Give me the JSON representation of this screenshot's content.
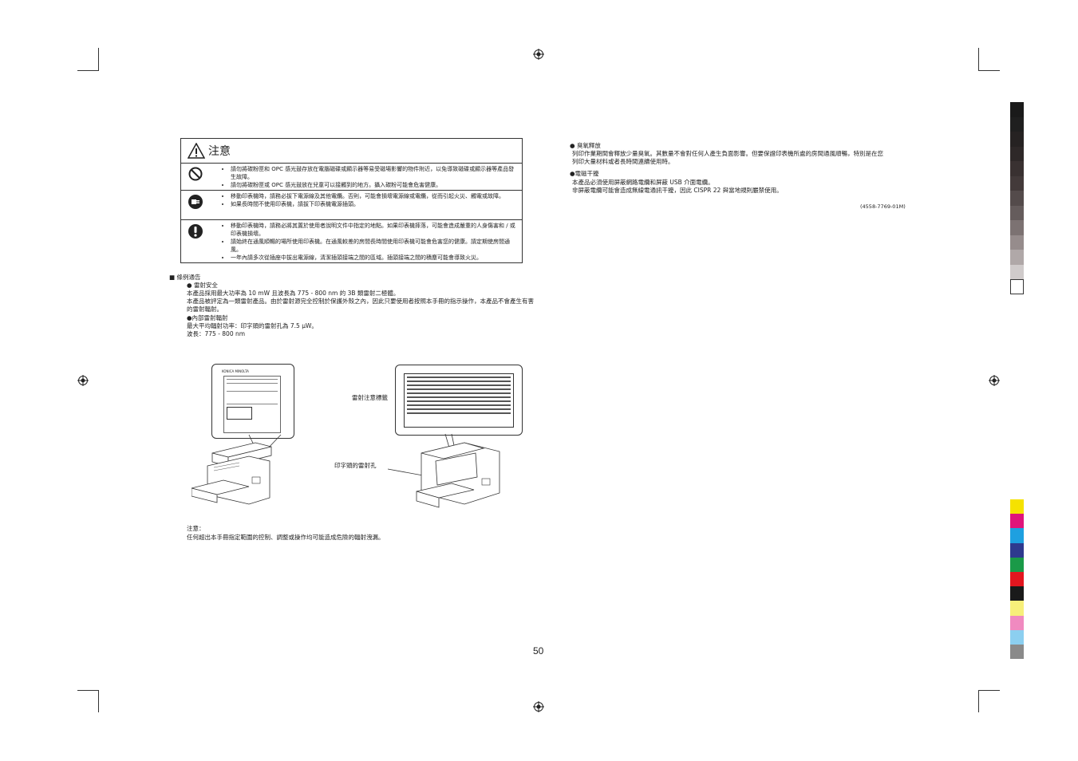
{
  "caution": {
    "title": "注意",
    "rows": [
      {
        "icon": "prohibition-icon",
        "items": [
          "請勿將碳粉匣和 OPC 感光鼓存放在電腦磁碟或顯示器等易受磁場影響的物件附近，以免導致磁碟或顯示器等產品發生故障。",
          "請勿將碳粉匣或 OPC 感光鼓放在兒童可以接觸到的地方。攝入碳粉可能會危害健康。"
        ]
      },
      {
        "icon": "unplug-icon",
        "items": [
          "移動印表機時，請務必拔下電源線及其他電纜。否則，可能會損壞電源線或電纜，從而引起火災、觸電或故障。",
          "如果長時間不使用印表機，請拔下印表機電源插頭。"
        ]
      },
      {
        "icon": "exclamation-icon",
        "items": [
          "移動印表機時，請務必將其置於使用者說明文件中指定的地點。如果印表機摔落，可能會造成嚴重的人身傷害和 / 或印表機損壞。",
          "請始終在通風順暢的場所使用印表機。在通風較差的房間長時間使用印表機可能會危害您的健康。請定期使房間通風。",
          "一年內請多次從插座中拔出電源線，清潔插頭接端之間的區域。插頭接端之間的積塵可能會導致火災。"
        ]
      }
    ]
  },
  "notices": {
    "heading": "條例通告",
    "laser_safety_title": "雷射安全",
    "laser_safety_text1": "本產品採用最大功率為 10 mW 且波長為 775 - 800 nm 的 3B 類雷射二極體。",
    "laser_safety_text2": "本產品被評定為一類雷射產品。由於雷射源完全控制於保護外殼之內，因此只要使用者按照本手冊的指示操作，本產品不會產生有害的雷射輻射。",
    "internal_title": "內部雷射輻射",
    "internal_text1": "最大平均輻射功率：印字頭的雷射孔為 7.5 µW。",
    "internal_text2": "波長：775 - 800 nm"
  },
  "figure": {
    "laser_label_caption": "雷射注意標籤",
    "aperture_caption": "印字頭的雷射孔",
    "brand": "KONICA MINOLTA"
  },
  "note": {
    "title": "注意：",
    "text": "任何超出本手冊指定範圍的控制、調整或操作均可能造成危險的輻射洩漏。"
  },
  "right": {
    "ozone_title": "臭氧釋放",
    "ozone_text1": "列印作業期間會釋放少量臭氧。其數量不會對任何人產生負面影響。但要保證印表機所處的房間通風順暢，特別是在您",
    "ozone_text2": "列印大量材料或者長時間連續使用時。",
    "emi_title": "電磁干擾",
    "emi_text1": "本產品必須使用屏蔽網路電纜和屏蔽 USB 介面電纜。",
    "emi_text2": "非屏蔽電纜可能會造成無線電通訊干擾，因此 CISPR 22 與當地規則嚴禁使用。",
    "doc_code": "(4558-7769-01M)"
  },
  "page_number": "50",
  "colors": {
    "gray_bar": [
      "#1a1a1a",
      "#1f1f1f",
      "#262222",
      "#2e2828",
      "#393131",
      "#433a3a",
      "#544b4b",
      "#655c5c",
      "#7c7272",
      "#968c8c",
      "#b0a8a8",
      "#d0cbcb",
      "#ffffff"
    ],
    "color_bar": [
      "#f5e200",
      "#e0147a",
      "#1ea0e0",
      "#2e3a8e",
      "#1a9a48",
      "#e3161f",
      "#1a1a1a",
      "#f7ef7a",
      "#f08ac0",
      "#8ccff0",
      "#8a8a8a"
    ]
  }
}
